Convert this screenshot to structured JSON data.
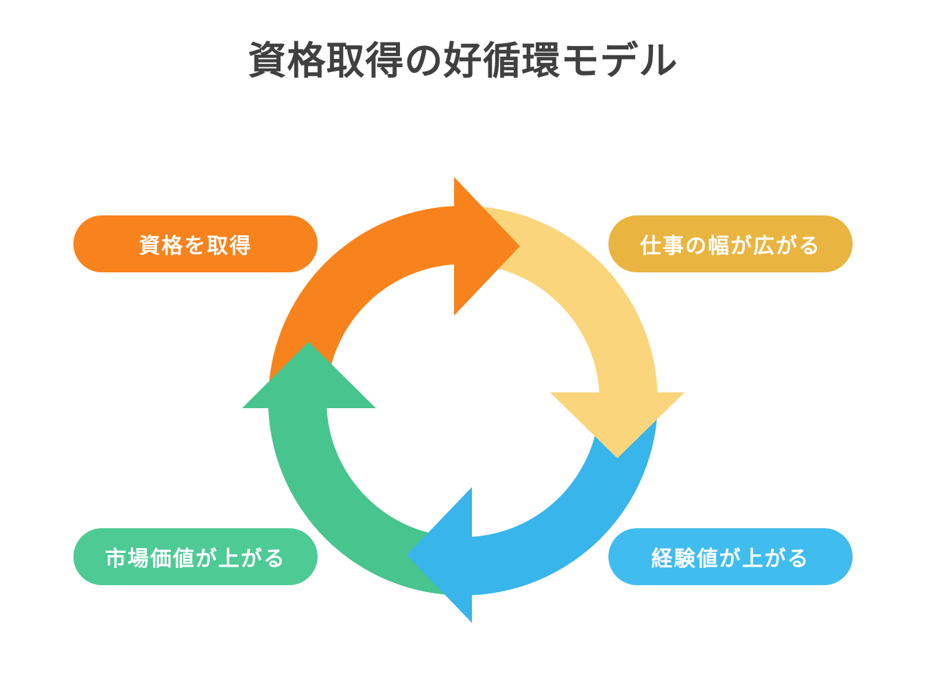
{
  "title": "資格取得の好循環モデル",
  "title_color": "#404040",
  "background_color": "#FFFFFF",
  "cycle": {
    "direction": "clockwise",
    "segments": [
      {
        "label": "資格を取得",
        "position": "top-left",
        "pill_color": "#F8821C",
        "arc_color": "#F8821C",
        "text_color": "#FFFFFF"
      },
      {
        "label": "仕事の幅が広がる",
        "position": "top-right",
        "pill_color": "#EAB441",
        "arc_color": "#FBD57C",
        "text_color": "#FFFFFF"
      },
      {
        "label": "経験値が上がる",
        "position": "bottom-right",
        "pill_color": "#41BCEE",
        "arc_color": "#38B5EB",
        "text_color": "#FFFFFF"
      },
      {
        "label": "市場価値が上がる",
        "position": "bottom-left",
        "pill_color": "#4ECB95",
        "arc_color": "#48C58E",
        "text_color": "#FFFFFF"
      }
    ]
  }
}
